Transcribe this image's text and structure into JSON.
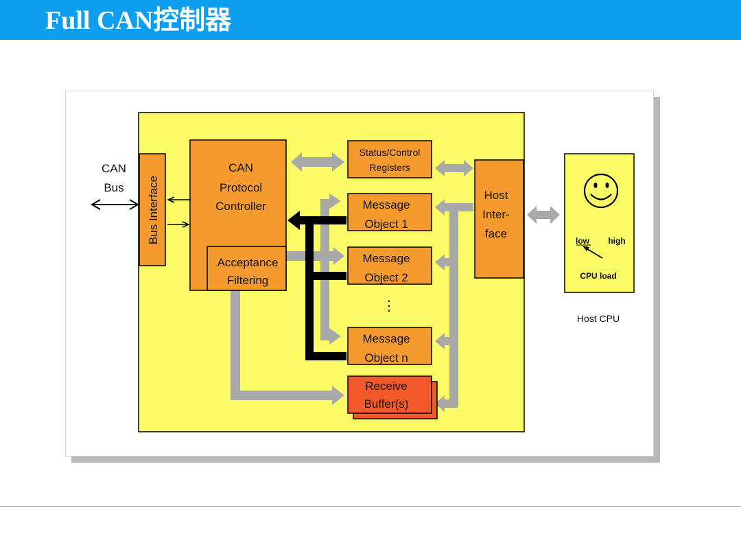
{
  "title": "Full CAN控制器",
  "diagram": {
    "can_bus": [
      "CAN",
      "Bus"
    ],
    "bus_interface": "Bus Interface",
    "protocol_controller": [
      "CAN",
      "Protocol",
      "Controller"
    ],
    "acceptance_filtering": [
      "Acceptance",
      "Filtering"
    ],
    "status_control": [
      "Status/Control",
      "Registers"
    ],
    "message_object_1": [
      "Message",
      "Object 1"
    ],
    "message_object_2": [
      "Message",
      "Object 2"
    ],
    "message_object_n": [
      "Message",
      "Object n"
    ],
    "ellipsis": "⋮",
    "receive_buffers": [
      "Receive",
      "Buffer(s)"
    ],
    "host_interface": [
      "Host",
      "Inter-",
      "face"
    ],
    "cpu_load_low": "low",
    "cpu_load_high": "high",
    "cpu_load": "CPU load",
    "host_cpu": "Host CPU",
    "smiley_icon": "smiley-face-icon"
  }
}
